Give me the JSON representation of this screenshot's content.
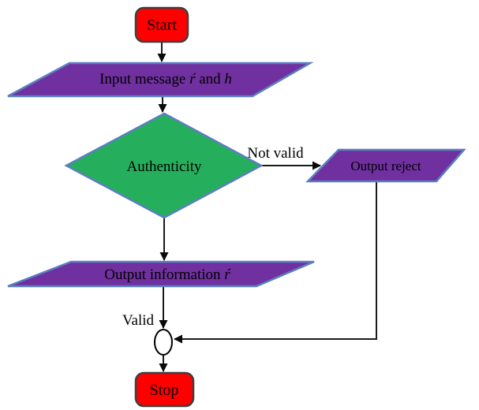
{
  "diagram": {
    "type": "flowchart",
    "nodes": {
      "start": {
        "shape": "terminator",
        "label": "Start"
      },
      "input": {
        "shape": "parallelogram",
        "text_before": "Input message ",
        "var1": "ŕ",
        "text_mid": " and ",
        "var2": "h"
      },
      "decision": {
        "shape": "decision",
        "label": "Authenticity"
      },
      "reject": {
        "shape": "parallelogram",
        "label": "Output reject"
      },
      "output": {
        "shape": "parallelogram",
        "text_before": "Output information ",
        "var1": "ŕ"
      },
      "connector": {
        "shape": "circle-junction",
        "label": ""
      },
      "stop": {
        "shape": "terminator",
        "label": "Stop"
      }
    },
    "edge_labels": {
      "not_valid": "Not valid",
      "valid": "Valid"
    },
    "edges": [
      {
        "from": "start",
        "to": "input"
      },
      {
        "from": "input",
        "to": "decision"
      },
      {
        "from": "decision",
        "to": "reject",
        "label": "Not valid"
      },
      {
        "from": "decision",
        "to": "output"
      },
      {
        "from": "output",
        "to": "connector",
        "label": "Valid"
      },
      {
        "from": "reject",
        "to": "connector"
      },
      {
        "from": "connector",
        "to": "stop"
      }
    ],
    "colors": {
      "terminator_fill": "#FE0000",
      "terminator_border": "#3F3F3F",
      "parallelogram_fill": "#7030A0",
      "decision_fill": "#25AF5C",
      "shape_border_blue": "#5B7EC0",
      "arrow": "#1A1A1A",
      "arrowhead": "#0A0A0A",
      "connector_fill": "#FFFFFF",
      "connector_border": "#000000",
      "not_valid_label_color": "#161616",
      "valid_label_color": "#1F3864",
      "node_text": "#000000"
    }
  }
}
